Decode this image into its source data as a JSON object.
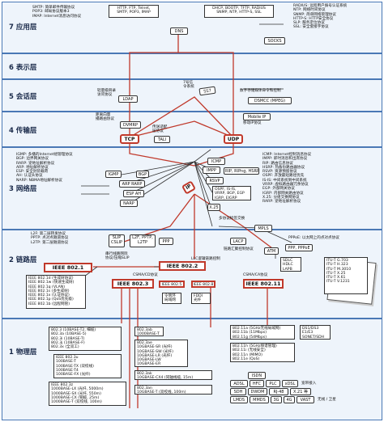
{
  "layers": [
    {
      "label": "7 应用层"
    },
    {
      "label": "6 表示层"
    },
    {
      "label": "5 会话层"
    },
    {
      "label": "4 传输层"
    },
    {
      "label": "3 网络层"
    },
    {
      "label": "2 链路层"
    },
    {
      "label": "1 物理层"
    }
  ],
  "app": {
    "mail": "SMTP: 简单邮件传输协议\nPOP3: 邮局协议版本3\nIMAP: Internet消息访问协议",
    "http": "HTTP, FTP, Telnet,\nSMTP, POP3, IMAP",
    "dns": "DNS",
    "dhcp": "DHCP, BOOTP, TFTP, RADIUS\nSNMP, NTP, HTTP-S, SSL",
    "radius": "RADIUS: 远程用户拨号认证系统\nNTP: 网络时间协议\nSNMP: 简单网络管理协议\nHTTP-S: HTTP安全协议\nSLP: 服务定位协议\nSSL: 安全套接字协议",
    "socks": "SOCKS"
  },
  "session": {
    "ldap_note": "轻量级目录\n访问协议",
    "ldap": "LDAP",
    "ss7": "SS7",
    "ss7_note": "7号信\n令系统",
    "dsmcc_note": "数字存储媒体命令和控制",
    "dsmcc": "DSMCC (MPEG)",
    "dvmrp_note": "距离向量\n播路由协议",
    "dvmrp": "DVMRP",
    "mobileip": "Mobile IP",
    "mobileip_note": "移动IP协议"
  },
  "transport": {
    "tcp": "TCP",
    "udp": "UDP",
    "tali": "TALI",
    "tali_note": "传送适配\n层协议"
  },
  "network": {
    "left": "IGMP: 多播的Internet组管理协议\nBGP: 边界网关协议\nRARP: 逆地址解析协议\nARP: 地址解析协议\nESP: 安全封装载荷\nAH: 认证头协议\nNARP: NBMA地址解析协议",
    "right": "ICMP: Internet控制消息协议\nIMPP: 即时消息和出席协议\nRIP: 路由信息协议\nHSRP: 热备份路由器协议\nRSVP: 资源预留协议\nOSPF: 开放最短路径优先\nIS-IS: 中间系统到中间系统\nVRRP: 虚拟路由器冗余协议\nEGP: 外部网关协议\nIGRP: 内部网关路由协议\nX.25: 分组交换网协议\nRARP: 逆地址解析协议",
    "igmp": "IGMP",
    "bgp": "BGP",
    "arp": "ARP RARP",
    "esp": "ESP AH",
    "narp": "NARP",
    "ip": "IP",
    "icmp": "ICMP",
    "impp": "IMPP",
    "rip": "RIP, RIPng, HSRP",
    "rsvp": "RSVP",
    "ospf": "OSPF, IS-IS,\nVRRP, BGP, EGP\nIGRP, EIGRP",
    "x25": "X.25",
    "mpls": "MPLS",
    "mpls_note": "多协议标签交换"
  },
  "link": {
    "left": "L2F: 第二层转发协议\nPPTP: 点对点隧道协议\nL2TP: 第二层隧道协议",
    "slip": "SLIP\nCSLIP",
    "l2f": "L2F, PPTP,\nL2TP",
    "ppp": "PPP",
    "lacp": "LACP",
    "lacp_note": "链路汇聚控制协议",
    "slip_note": "串行线路网际\n协议/压缩SLIP",
    "atm": "ATM",
    "pppe": "PPP, PPPoE",
    "pppoe_note": "PPPoE: 以太网上的点对点协议",
    "llc_note": "LLC逻辑链路控制",
    "ieee8021": "IEEE 802.1",
    "ieee8022": "IEEE 802.2",
    "ieee_list": "IEEE 802.1d (生成树协议)\nIEEE 802.1w (快速生成树)\nIEEE 802.1q (VLAN)\nIEEE 802.1s (多生成树)\nIEEE 802.1x (认证协议)\nIEEE 802.1p (QoS优先级)\nIEEE 802.1b (远程网管)",
    "csma_cd": "CSMA/CD协议",
    "csma_ca": "CSMA/CA协议",
    "ieee8023": "IEEE 802.3",
    "ieee8025": "IEEE 802.5",
    "ieee8028": "IEEE 802.8",
    "ieee80211": "IEEE 802.11",
    "token_note": "令牌环\n局域网",
    "fddi_note": "FDDI\n光纤",
    "sdlc": "SDLC\nHDLC\nLAPB",
    "itu": "ITU-T G.703\nITU-T H.323\nITU-T M.3010\nITU-T X.25\nITU-T X.61\nITU-T V.1231"
  },
  "physical": {
    "e8023a": "802.3 (10BASE-T2, 细缆)\n802.3a (10BASE-5)\n802.3i (10BASE-T)\n802.3j (10BASE-F)\n802.3x (全双工)",
    "e8023u": "IEEE 802.3u\n100BASE-T\n100BASE-TX (双绞线)\n100BASE-T4\n100BASE-FX (光纤)",
    "e8023z": "IEEE 802.3z\n1000BASE-LX (光纤, 5000m)\n1000BASE-SX (光纤, 550m)\n1000BASE-CX (铜缆, 25m)\n1000BASE-T (双绞线, 100m)",
    "e8023ab": "802.3ab\n1000BASE-T",
    "e8023ae": "802.3ae\n10GBASE-SR (光纤)\n10GBASE-SW (光纤)\n10GBASE-LR (光纤)\n10GBASE-LW\n10GBASE-ER\n10GBASE-EW",
    "e8023ak": "802.3ak\n10GBASE-CX4 (同轴线缆, 15m)",
    "e8023an": "802.3an\n10GBASE-T (双绞线, 100m)",
    "e80211": "802.11a (5GHz无线局域网)\n802.11b (11Mbps)\n802.11g (54Mbps)",
    "e80211h": "802.11h (5GHz频谱管理)\n802.11i (无线安全)\n802.11n (MIMO)\n802.11e (QoS)",
    "ds": "DS1/DS3\nE1/E3\nSONET/SDH",
    "isdn": "ISDN",
    "adsl": "ADSL",
    "hfc": "HFC",
    "plc": "PLC",
    "sdh": "SDH",
    "dwdm": "DWDM",
    "lmds": "LMDS",
    "mmds": "MMDS",
    "g3": "3G",
    "g4": "4G",
    "vast": "VAST",
    "xdsl": "xDSL",
    "rj": "RJ-48",
    "x21": "X.21 等",
    "note_access": "宽带接入",
    "note_wireless": "无线 / 卫星"
  }
}
